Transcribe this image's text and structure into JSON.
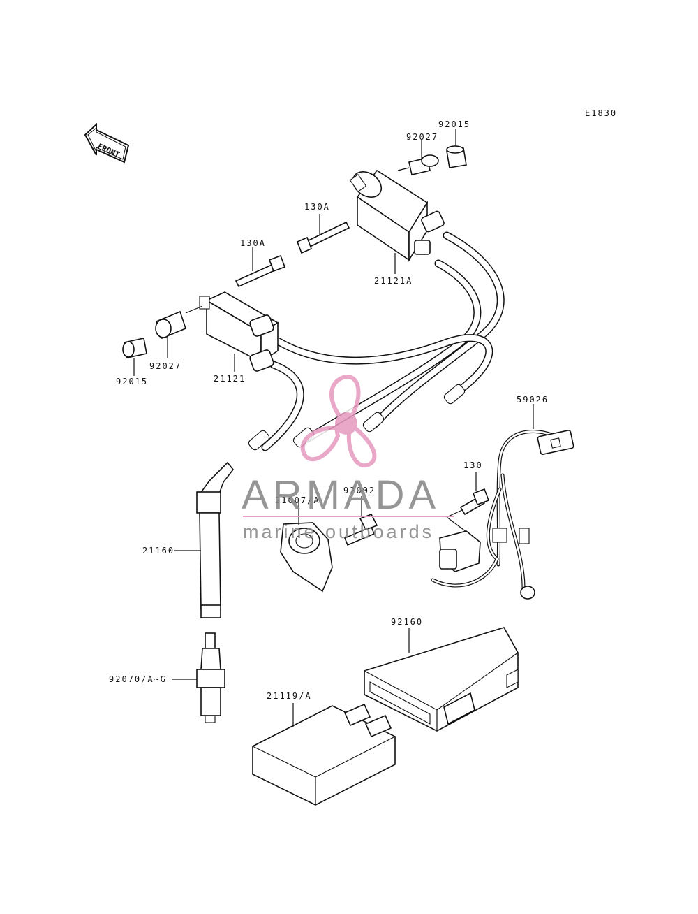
{
  "diagram_code": "E1830",
  "front_label": "FRONT",
  "watermark": {
    "brand": "ARMADA",
    "tagline": "marine outboards",
    "accent_color": "#e79ac0",
    "text_color": "#8a8a8a"
  },
  "parts": {
    "p92015_top": "92015",
    "p92027_top": "92027",
    "p130a_upper": "130A",
    "p130a_lower": "130A",
    "p21121a": "21121A",
    "p92027_left": "92027",
    "p92015_left": "92015",
    "p21121": "21121",
    "p59026": "59026",
    "p130": "130",
    "p92002": "92002",
    "p21007a": "21007/A",
    "p21160": "21160",
    "p92160": "92160",
    "p92070": "92070/A~G",
    "p21119a": "21119/A"
  }
}
